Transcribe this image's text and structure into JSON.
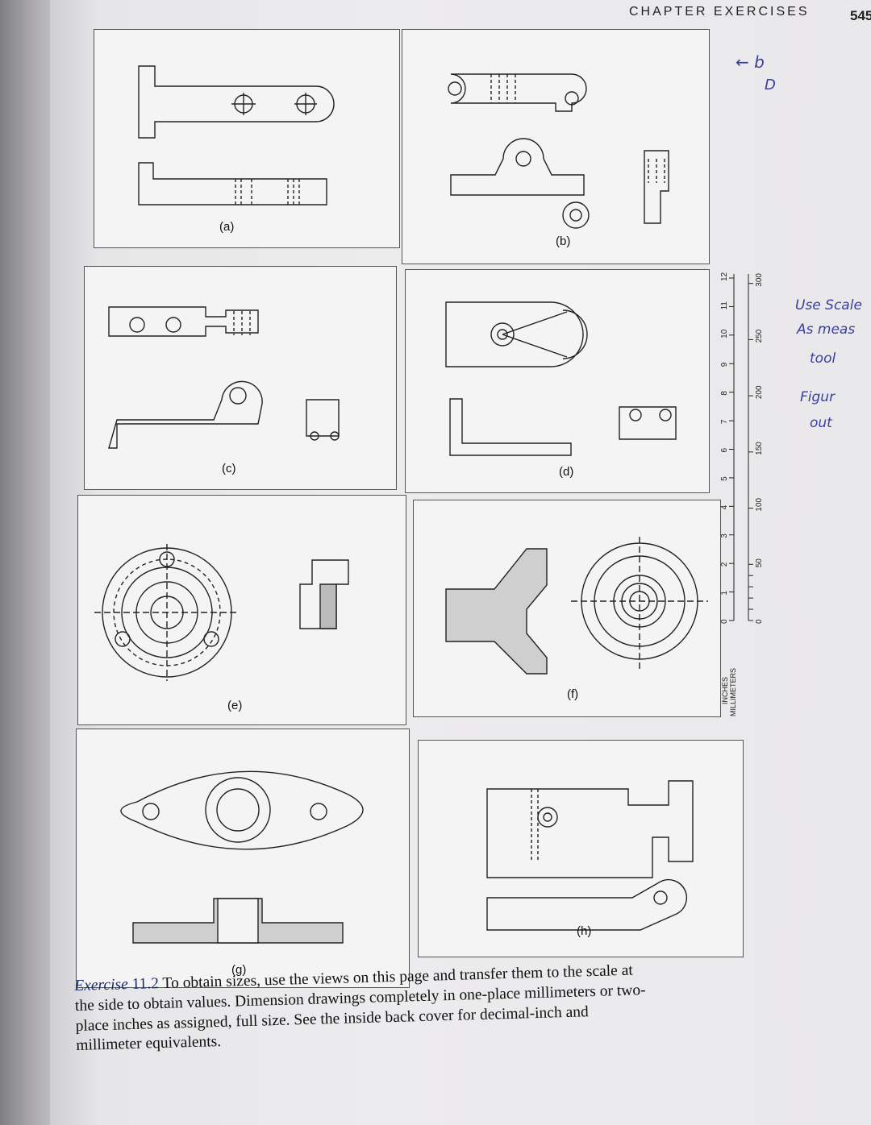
{
  "header": {
    "title": "CHAPTER EXERCISES",
    "page_number": "545"
  },
  "panels": [
    {
      "id": "a",
      "label": "(a)"
    },
    {
      "id": "b",
      "label": "(b)"
    },
    {
      "id": "c",
      "label": "(c)"
    },
    {
      "id": "d",
      "label": "(d)"
    },
    {
      "id": "e",
      "label": "(e)"
    },
    {
      "id": "f",
      "label": "(f)"
    },
    {
      "id": "g",
      "label": "(g)"
    },
    {
      "id": "h",
      "label": "(h)"
    }
  ],
  "scale": {
    "inches_label": "INCHES",
    "millimeters_label": "MILLIMETERS",
    "inch_ticks": [
      "0",
      "1",
      "2",
      "3",
      "4",
      "5",
      "6",
      "7",
      "8",
      "9",
      "10",
      "11",
      "12"
    ],
    "mm_ticks": [
      "0",
      "10",
      "20",
      "30",
      "40",
      "50",
      "100",
      "150",
      "200",
      "250",
      "300"
    ]
  },
  "handwriting": {
    "top_note": "← b",
    "top_note2": "D",
    "side_note": [
      "Use Scale",
      "As meas",
      "tool",
      "Figur",
      "out"
    ]
  },
  "caption": {
    "exercise": "Exercise",
    "number": "11.2",
    "text": "To obtain sizes, use the views on this page and transfer them to the scale at the side to obtain values. Dimension drawings completely in one-place millimeters or two-place inches as assigned, full size. See the inside back cover for decimal-inch and millimeter equivalents."
  }
}
